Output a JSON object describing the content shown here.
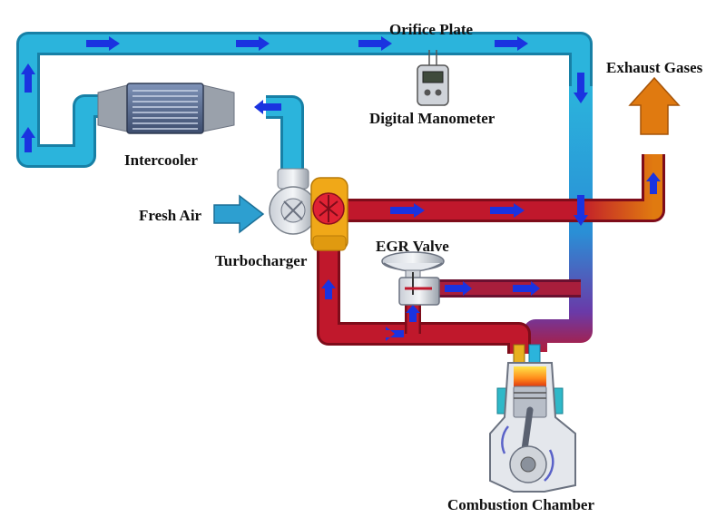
{
  "labels": {
    "orifice_plate": "Orifice Plate",
    "digital_manometer": "Digital Manometer",
    "exhaust_gases": "Exhaust Gases",
    "intercooler": "Intercooler",
    "fresh_air": "Fresh Air",
    "turbocharger": "Turbocharger",
    "egr_valve": "EGR Valve",
    "combustion_chamber": "Combustion Chamber"
  },
  "colors": {
    "intake_pipe": "#2bb4dc",
    "intake_pipe_edge": "#1780a6",
    "exhaust_pipe": "#c0182c",
    "exhaust_pipe_edge": "#7e0c1a",
    "exhaust_outlet": "#e07a10",
    "flow_arrow": "#1a33e0",
    "fresh_air_arrow": "#2d9fd0",
    "turbine_housing": "#f0a818",
    "intercooler_core": "#4a5c7e"
  }
}
